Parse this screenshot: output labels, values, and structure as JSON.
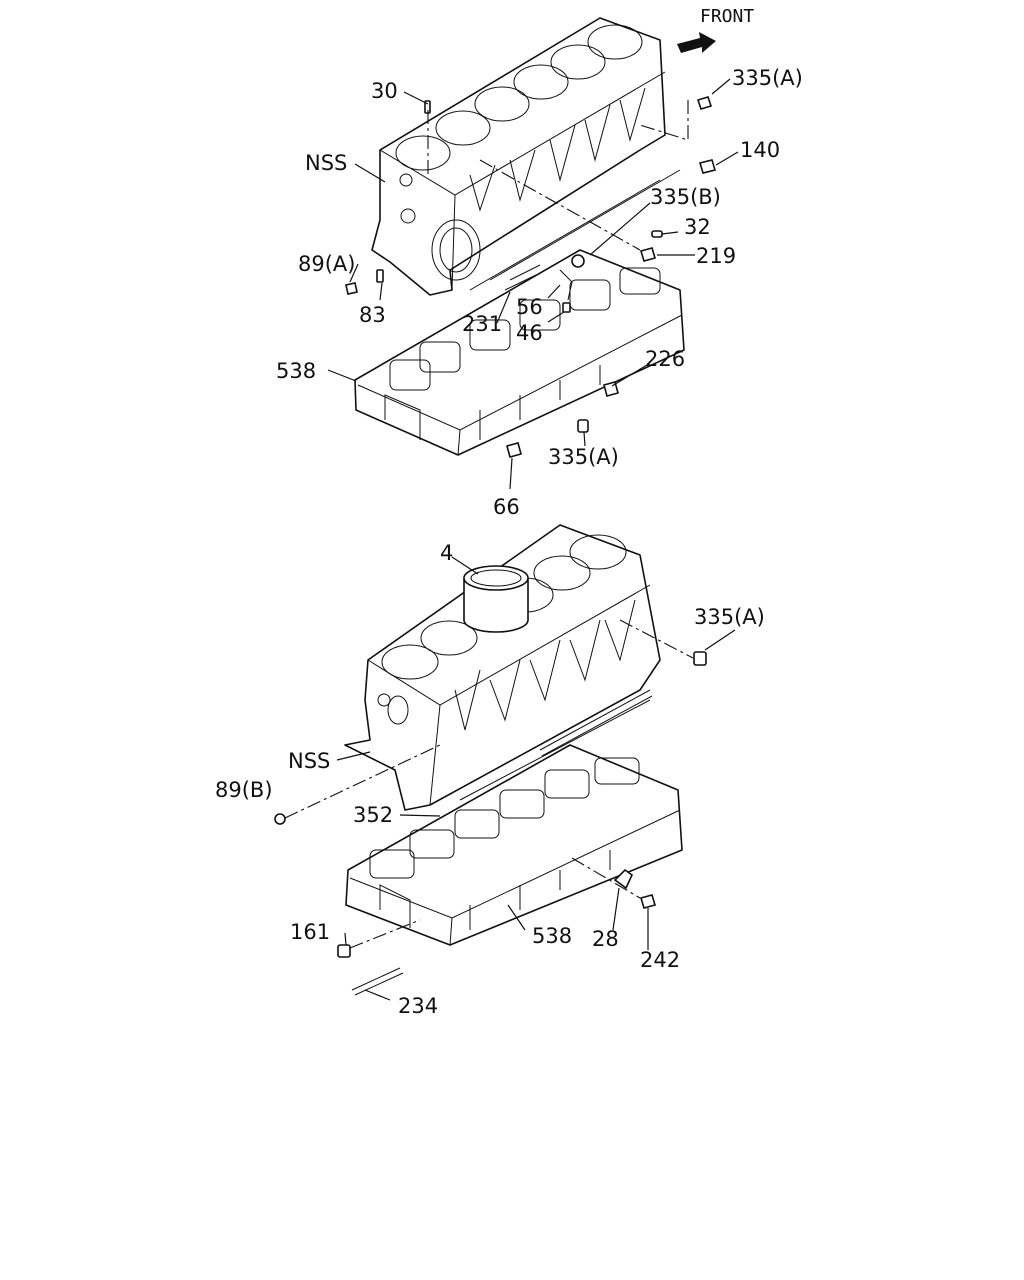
{
  "diagram": {
    "front_label": "FRONT",
    "labels": {
      "l30": "30",
      "l335a_top": "335(A)",
      "l140": "140",
      "lnss_top": "NSS",
      "l335b": "335(B)",
      "l32": "32",
      "l219": "219",
      "l89a": "89(A)",
      "l83": "83",
      "l56": "56",
      "l46": "46",
      "l231": "231",
      "l538_top": "538",
      "l226": "226",
      "l335a_mid": "335(A)",
      "l66": "66",
      "l4": "4",
      "l335a_low": "335(A)",
      "lnss_low": "NSS",
      "l89b": "89(B)",
      "l352": "352",
      "l161": "161",
      "l538_low": "538",
      "l28": "28",
      "l242": "242",
      "l234": "234"
    }
  }
}
